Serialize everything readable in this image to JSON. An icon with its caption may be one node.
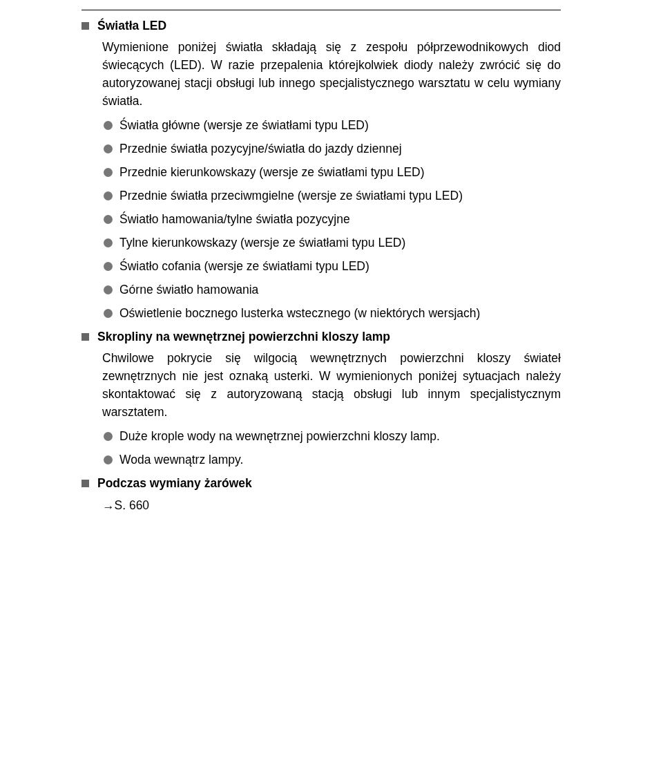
{
  "diagram": {
    "labels": [
      "Światła LED",
      "Wymienione poniżej światła składają się z zespołu półprzewodnikowych diod świecących (LED). W razie przepalenia którejkolwiek diody należy zwrócić się do autoryzowanej stacji obsługi lub innego specjalistycznego warsztatu w celu wymiany światła.",
      "Światła główne (wersje ze światłami typu LED)",
      "Przednie światła pozycyjne/światła do jazdy dziennej",
      "Przednie kierunkowskazy (wersje ze światłami typu LED)",
      "Przednie światła przeciwmgielne (wersje ze światłami typu LED)",
      "Światło hamowania/tylne światła pozycyjne",
      "Tylne kierunkowskazy (wersje ze światłami typu LED)",
      "Światło cofania (wersje ze światłami typu LED)",
      "Górne światło hamowania",
      "Oświetlenie bocznego lusterka wstecznego (w niektórych wersjach)",
      "Skropliny na wewnętrznej powierzchni kloszy lamp",
      "Chwilowe pokrycie się wilgocią wewnętrznych powierzchni kloszy świateł zewnętrznych nie jest oznaką usterki. W wymienionych poniżej sytuacjach należy skontaktować się z autoryzowaną stacją obsługi lub innym specjalistycznym warsztatem.",
      "Duże krople wody na wewnętrznej powierzchni kloszy lamp.",
      "Woda wewnątrz lampy.",
      "Podczas wymiany żarówek",
      "→S. 660"
    ]
  }
}
